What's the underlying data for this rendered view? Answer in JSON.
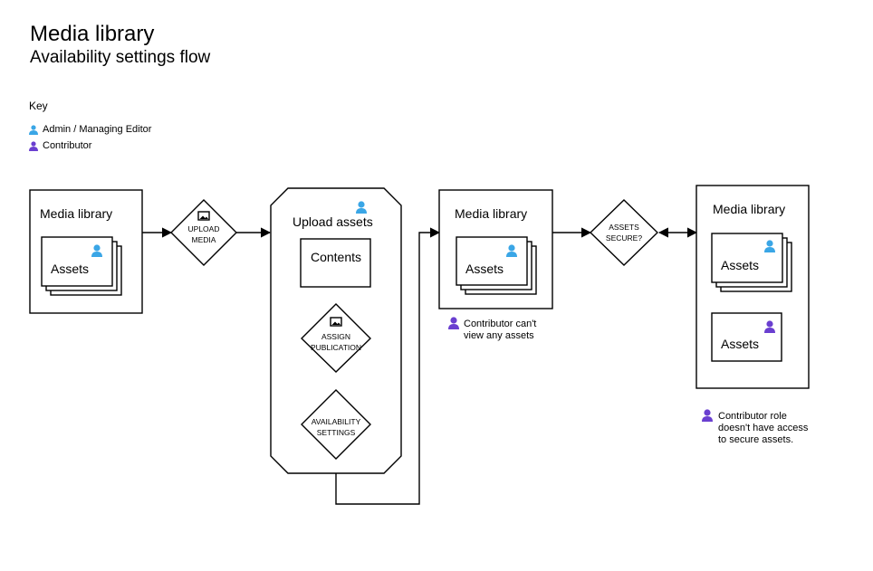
{
  "header": {
    "title": "Media library",
    "subtitle": "Availability settings flow"
  },
  "key": {
    "title": "Key",
    "items": [
      {
        "label": "Admin / Managing Editor",
        "icon": "person-icon",
        "color": "#3aa6e6"
      },
      {
        "label": "Contributor",
        "icon": "person-icon",
        "color": "#6a3fd0"
      }
    ]
  },
  "colors": {
    "admin": "#3aa6e6",
    "contributor": "#6a3fd0",
    "stroke": "#000000"
  },
  "nodes": {
    "media_library_1": {
      "title": "Media library",
      "assets": "Assets"
    },
    "upload_media": {
      "line1": "UPLOAD",
      "line2": "MEDIA",
      "icon": "image-icon"
    },
    "upload_assets": {
      "title": "Upload assets",
      "contents": "Contents"
    },
    "assign_publication": {
      "line1": "ASSIGN",
      "line2": "PUBLICATION",
      "icon": "image-icon"
    },
    "availability_settings": {
      "line1": "AVAILABILITY",
      "line2": "SETTINGS"
    },
    "media_library_2": {
      "title": "Media library",
      "assets": "Assets"
    },
    "assets_secure": {
      "line1": "ASSETS",
      "line2": "SECURE?"
    },
    "media_library_3": {
      "title": "Media library",
      "assets_admin": "Assets",
      "assets_contributor": "Assets"
    }
  },
  "notes": {
    "contributor_no_view": {
      "line1": "Contributor can't",
      "line2": "view any assets"
    },
    "contributor_no_secure": {
      "line1": "Contributor role",
      "line2": "doesn't have access",
      "line3": "to secure assets."
    }
  }
}
